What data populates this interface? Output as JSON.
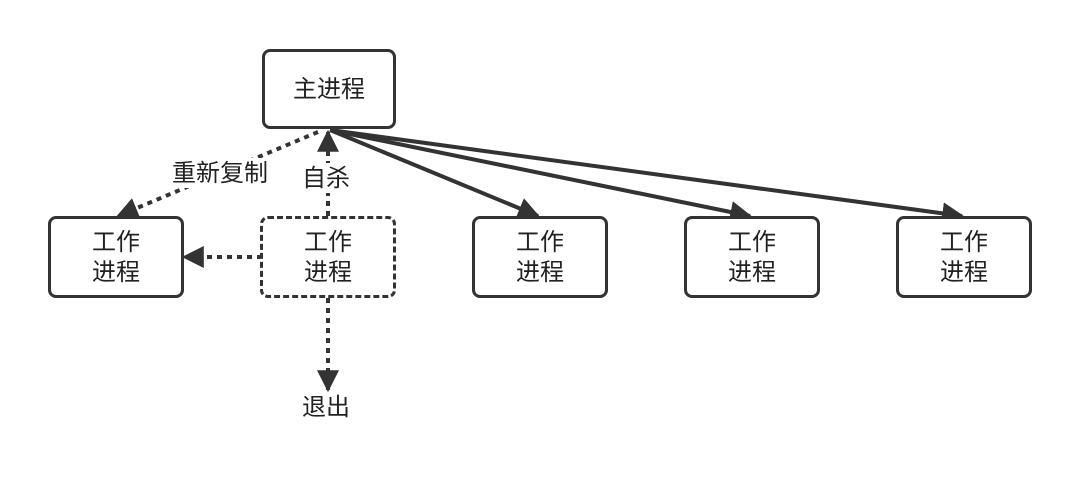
{
  "diagram": {
    "master": {
      "label": "主进程"
    },
    "workers": [
      {
        "line1": "工作",
        "line2": "进程",
        "style": "solid"
      },
      {
        "line1": "工作",
        "line2": "进程",
        "style": "dashed"
      },
      {
        "line1": "工作",
        "line2": "进程",
        "style": "solid"
      },
      {
        "line1": "工作",
        "line2": "进程",
        "style": "solid"
      },
      {
        "line1": "工作",
        "line2": "进程",
        "style": "solid"
      }
    ],
    "labels": {
      "refork": "重新复制",
      "suicide": "自杀",
      "exit": "退出"
    },
    "colors": {
      "stroke": "#333333",
      "text": "#222222",
      "background": "#ffffff"
    }
  }
}
